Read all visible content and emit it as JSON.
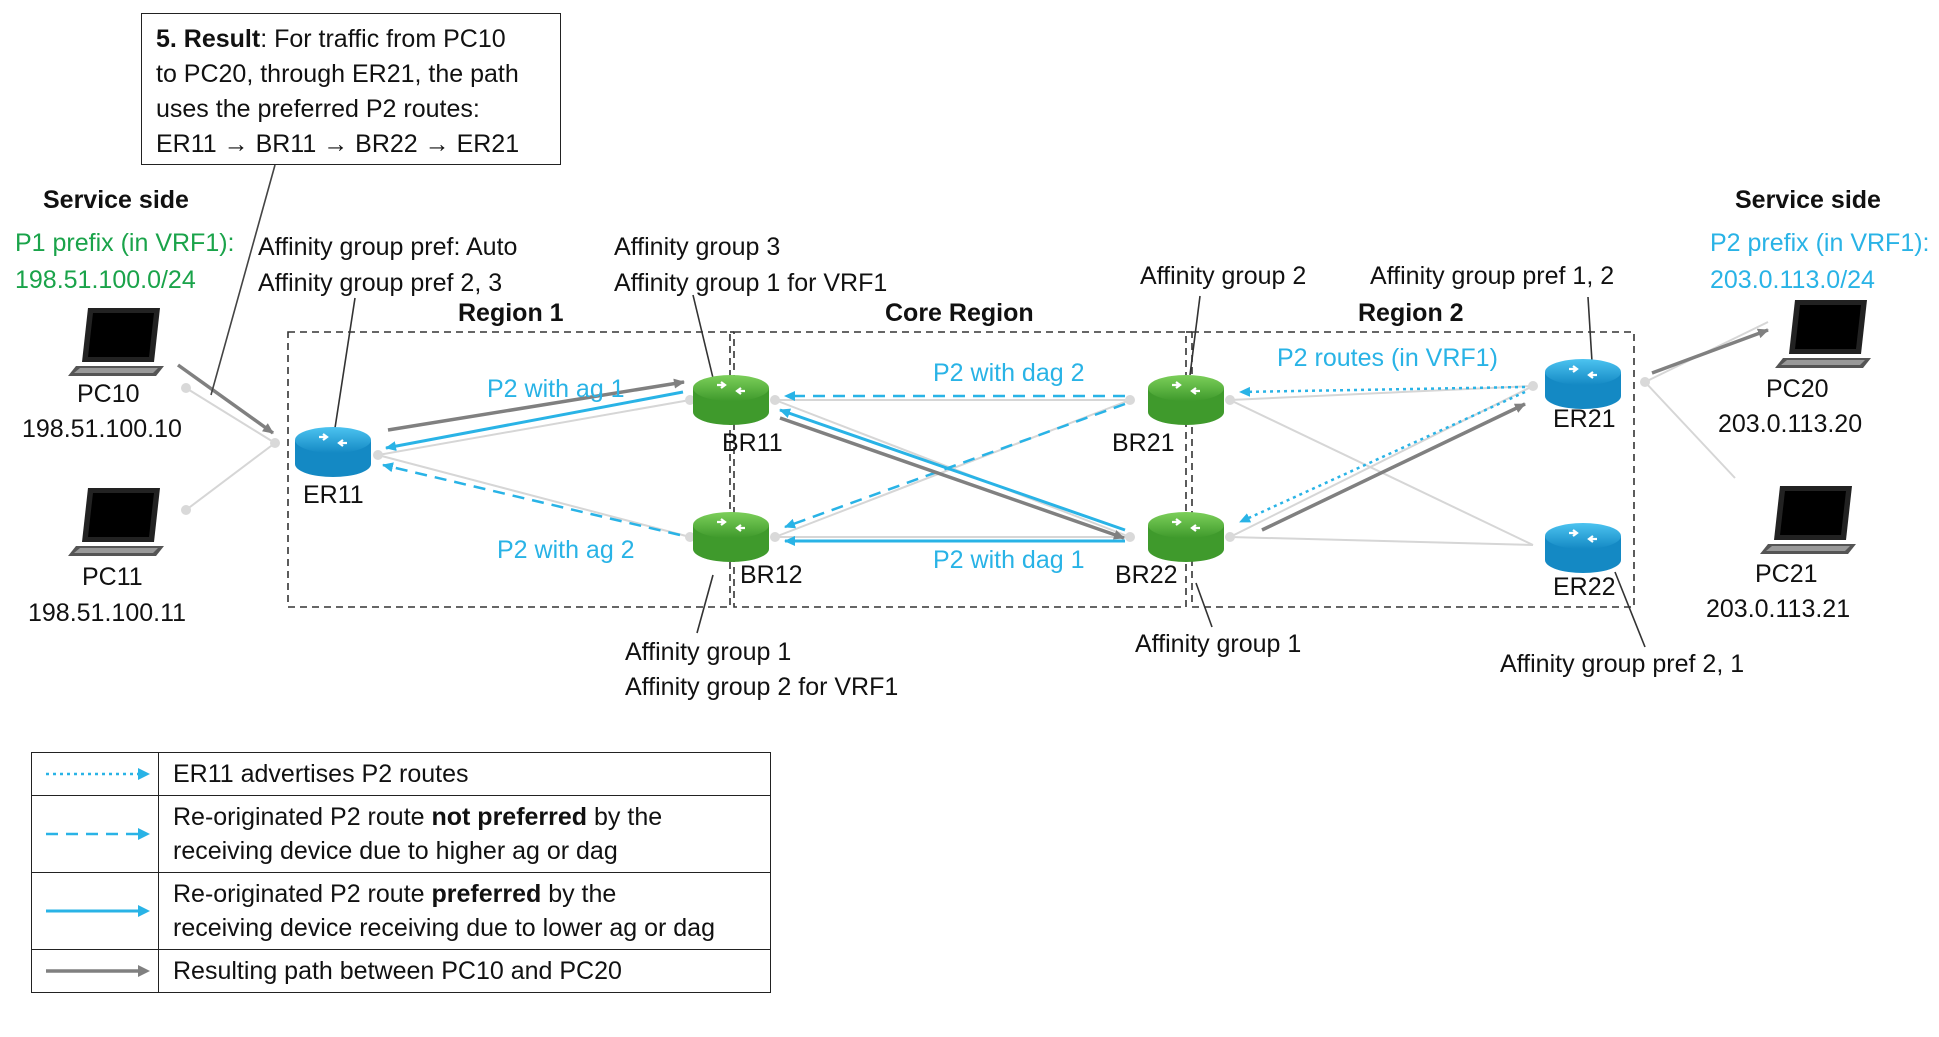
{
  "result": {
    "heading": "5. Result",
    "line1": ": For traffic from PC10",
    "line2": "to PC20, through ER21, the path",
    "line3": "uses the preferred P2 routes:",
    "line4": "ER11 → BR11 → BR22 → ER21"
  },
  "left_side": {
    "title": "Service side",
    "prefix_label": "P1 prefix (in VRF1):",
    "prefix_value": "198.51.100.0/24",
    "pc10": {
      "name": "PC10",
      "ip": "198.51.100.10"
    },
    "pc11": {
      "name": "PC11",
      "ip": "198.51.100.11"
    }
  },
  "right_side": {
    "title": "Service side",
    "prefix_label": "P2 prefix (in VRF1):",
    "prefix_value": "203.0.113.0/24",
    "pc20": {
      "name": "PC20",
      "ip": "203.0.113.20"
    },
    "pc21": {
      "name": "PC21",
      "ip": "203.0.113.21"
    }
  },
  "regions": {
    "region1": "Region 1",
    "core": "Core Region",
    "region2": "Region 2"
  },
  "routers": {
    "er11": "ER11",
    "br11": "BR11",
    "br12": "BR12",
    "br21": "BR21",
    "br22": "BR22",
    "er21": "ER21",
    "er22": "ER22"
  },
  "annotations": {
    "er11_line1": "Affinity group pref: Auto",
    "er11_line2": "Affinity group pref 2, 3",
    "br11_line1": "Affinity group  3",
    "br11_line2": "Affinity group 1 for VRF1",
    "br12_line1": "Affinity group 1",
    "br12_line2": "Affinity group 2 for VRF1",
    "br21": "Affinity group 2",
    "br22": "Affinity group 1",
    "er21": "Affinity group pref 1, 2",
    "er22": "Affinity group pref 2, 1"
  },
  "link_labels": {
    "p2_ag1": "P2 with ag 1",
    "p2_ag2": "P2 with ag 2",
    "p2_dag2": "P2 with dag 2",
    "p2_dag1": "P2 with dag 1",
    "p2_routes": "P2 routes (in VRF1)"
  },
  "legend": [
    {
      "style": "dotted",
      "text": "ER11 advertises P2 routes"
    },
    {
      "style": "dashed",
      "before": "Re-originated P2 route ",
      "bold": "not preferred",
      "after": " by the",
      "line2": "receiving device due to higher ag or dag"
    },
    {
      "style": "solid-blue",
      "before": "Re-originated P2 route ",
      "bold": "preferred",
      "after": " by the",
      "line2": "receiving device receiving due to lower ag or dag"
    },
    {
      "style": "solid-gray",
      "text": "Resulting path between PC10 and PC20"
    }
  ],
  "colors": {
    "cyan": "#29b3e6",
    "green_router": "#5cb040",
    "blue_router": "#1ba7e0",
    "green_text": "#1aa34a",
    "path_gray": "#808080",
    "link_gray": "#d6d6d6"
  },
  "icons": [
    "laptop-icon",
    "router-icon"
  ]
}
